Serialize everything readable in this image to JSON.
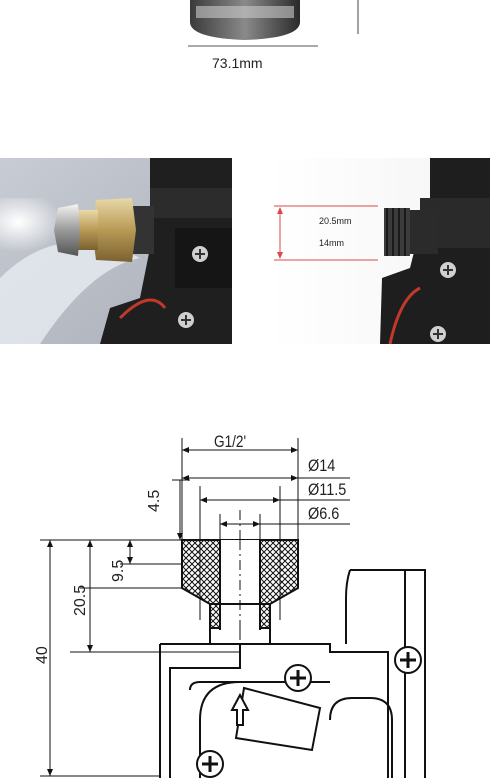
{
  "top": {
    "width_label": "73.1mm"
  },
  "right_photo": {
    "outer_label": "20.5mm",
    "inner_label": "14mm"
  },
  "drawing": {
    "thread": "G1/2'",
    "dia_outer": "Ø14",
    "dia_mid": "Ø11.5",
    "dia_inner": "Ø6.6",
    "dim_4_5": "4.5",
    "dim_9_5": "9.5",
    "dim_20_5": "20.5",
    "dim_40": "40"
  }
}
